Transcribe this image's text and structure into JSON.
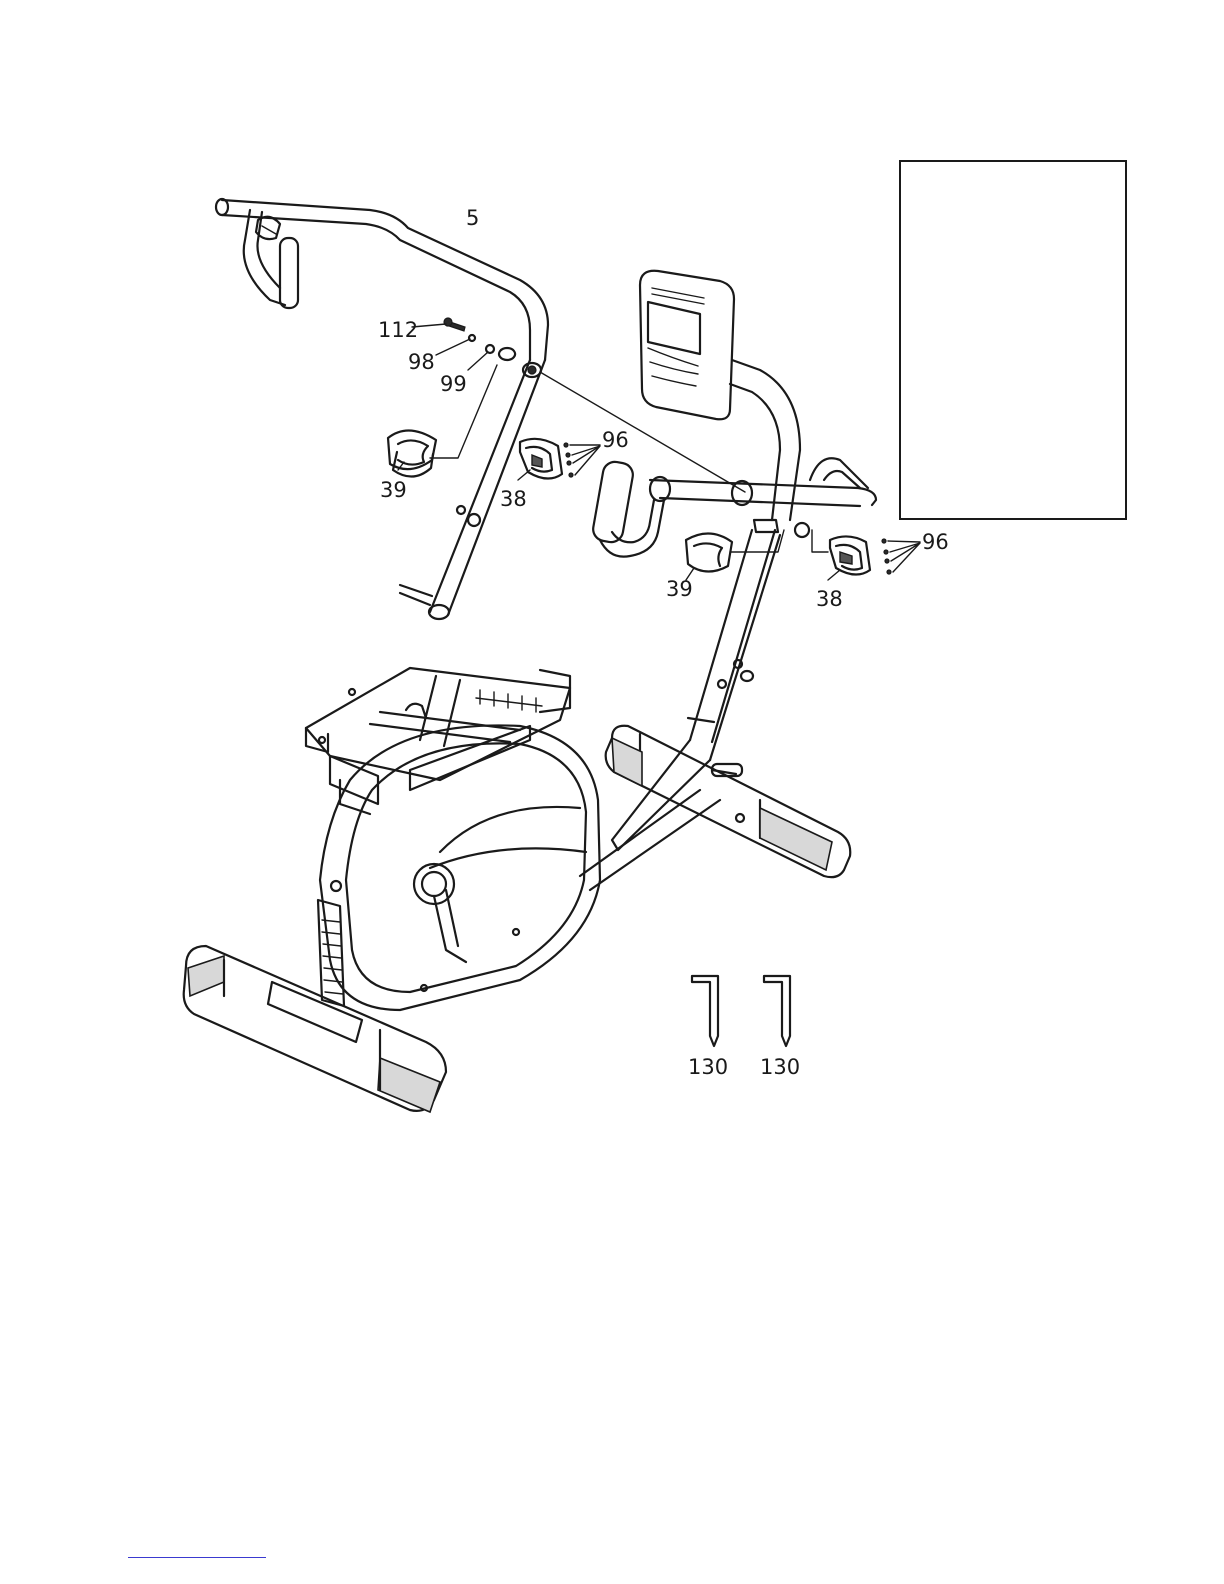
{
  "labels": {
    "handlebar": "5",
    "bolt": "112",
    "lock_washer": "98",
    "washer": "99",
    "left_cover": "39",
    "left_bracket": "38",
    "left_screws": "96",
    "right_cover": "39",
    "right_bracket": "38",
    "right_screws": "96",
    "allen_wrench_1": "130",
    "allen_wrench_2": "130"
  },
  "colors": {
    "line": "#1a1a1a",
    "footer_rule": "#3a3ad0"
  }
}
